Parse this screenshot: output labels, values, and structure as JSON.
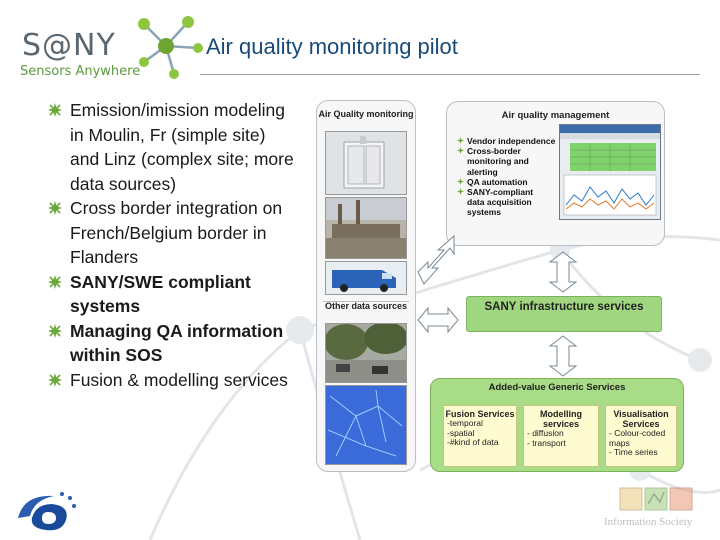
{
  "logo": {
    "brand": "S@NY",
    "tagline": "Sensors Anywhere"
  },
  "title": "Air quality monitoring pilot",
  "bullets": [
    {
      "text": "Emission/imission modeling in Moulin, Fr (simple site) and Linz (complex site; more data sources)",
      "bold": false
    },
    {
      "text": "Cross border integration on French/Belgium border in Flanders",
      "bold": false
    },
    {
      "text": "SANY/SWE compliant systems",
      "bold": true
    },
    {
      "text": "Managing QA information within SOS",
      "bold": true
    },
    {
      "text": "Fusion & modelling services",
      "bold": false
    }
  ],
  "diagram": {
    "aq_monitoring_label": "Air Quality monitoring",
    "other_sources_label": "Other data sources",
    "aq_management_title": "Air quality management",
    "aq_management_items": [
      "Vendor independence",
      "Cross-border monitoring and alerting",
      "QA automation",
      "SANY-compliant",
      "data acquisition systems"
    ],
    "sany_infra": "SANY infrastructure services",
    "added_value": "Added-value Generic Services",
    "services": [
      {
        "name": "Fusion Services",
        "items": [
          "-temporal",
          "-spatial",
          "-#kind of data"
        ]
      },
      {
        "name": "Modelling services",
        "items": [
          "- diffusion",
          "- transport"
        ]
      },
      {
        "name": "Visualisation Services",
        "items": [
          "- Colour-coded maps",
          "- Time series"
        ]
      }
    ]
  },
  "footer": {
    "info_society": "Information Society"
  },
  "colors": {
    "title": "#1a4a7a",
    "bullet_green": "#6aa83c",
    "box_green": "#a9dc87",
    "service_yellow": "#fffbd0"
  }
}
